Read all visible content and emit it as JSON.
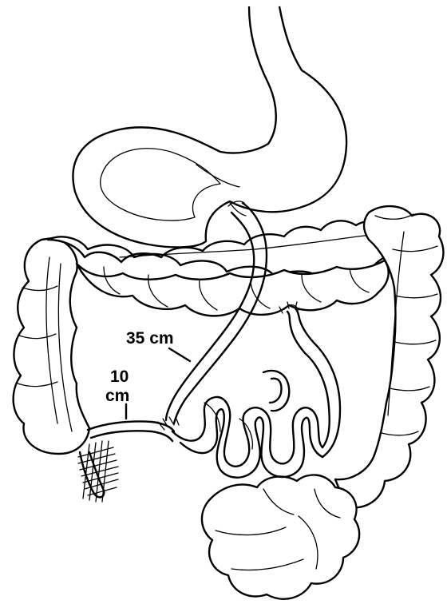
{
  "labels": {
    "length_35": "35 cm",
    "length_10_value": "10",
    "length_10_unit": "cm"
  }
}
